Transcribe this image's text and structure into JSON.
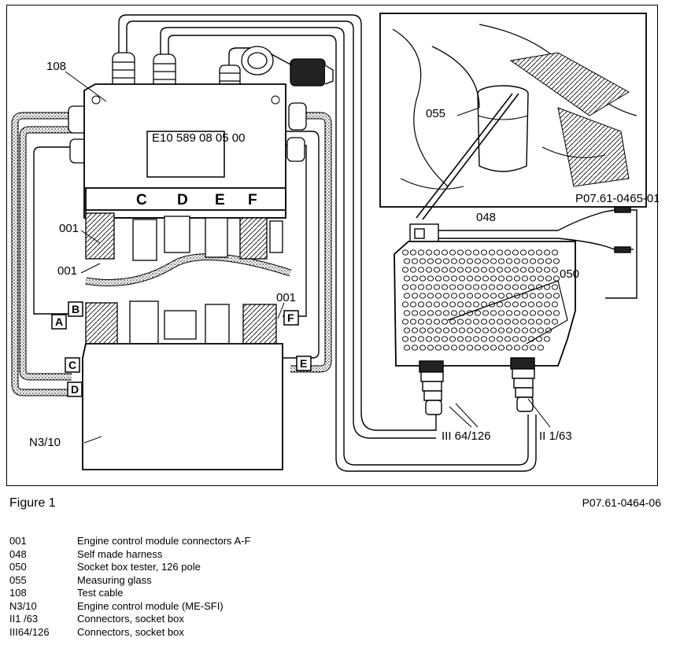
{
  "diagram": {
    "labels": {
      "test_cable": "108",
      "ecm_connectors_top": "001",
      "ecm_connectors_mid": "001",
      "ecm_connectors_right": "001",
      "ecm": "N3/10",
      "measuring_glass": "055",
      "harness": "048",
      "socket_box": "050",
      "socket_conn_3": "III 64/126",
      "socket_conn_2": "II 1/63",
      "inset_code": "P07.61-0465-01",
      "module_plate": "E10 589 08 05 00"
    },
    "connector_strip": [
      "C",
      "D",
      "E",
      "F"
    ],
    "boxed_letters": [
      "A",
      "B",
      "C",
      "D",
      "E",
      "F"
    ]
  },
  "figure": {
    "caption": "Figure 1",
    "code": "P07.61-0464-06"
  },
  "legend": [
    {
      "code": "001",
      "text": "Engine control module connectors A-F"
    },
    {
      "code": "048",
      "text": "Self made harness"
    },
    {
      "code": "050",
      "text": "Socket box tester, 126 pole"
    },
    {
      "code": "055",
      "text": "Measuring glass"
    },
    {
      "code": "108",
      "text": "Test cable"
    },
    {
      "code": "N3/10",
      "text": "Engine control module (ME-SFI)"
    },
    {
      "code": "II1 /63",
      "text": "Connectors, socket box"
    },
    {
      "code": "III64/126",
      "text": "Connectors, socket box"
    }
  ]
}
